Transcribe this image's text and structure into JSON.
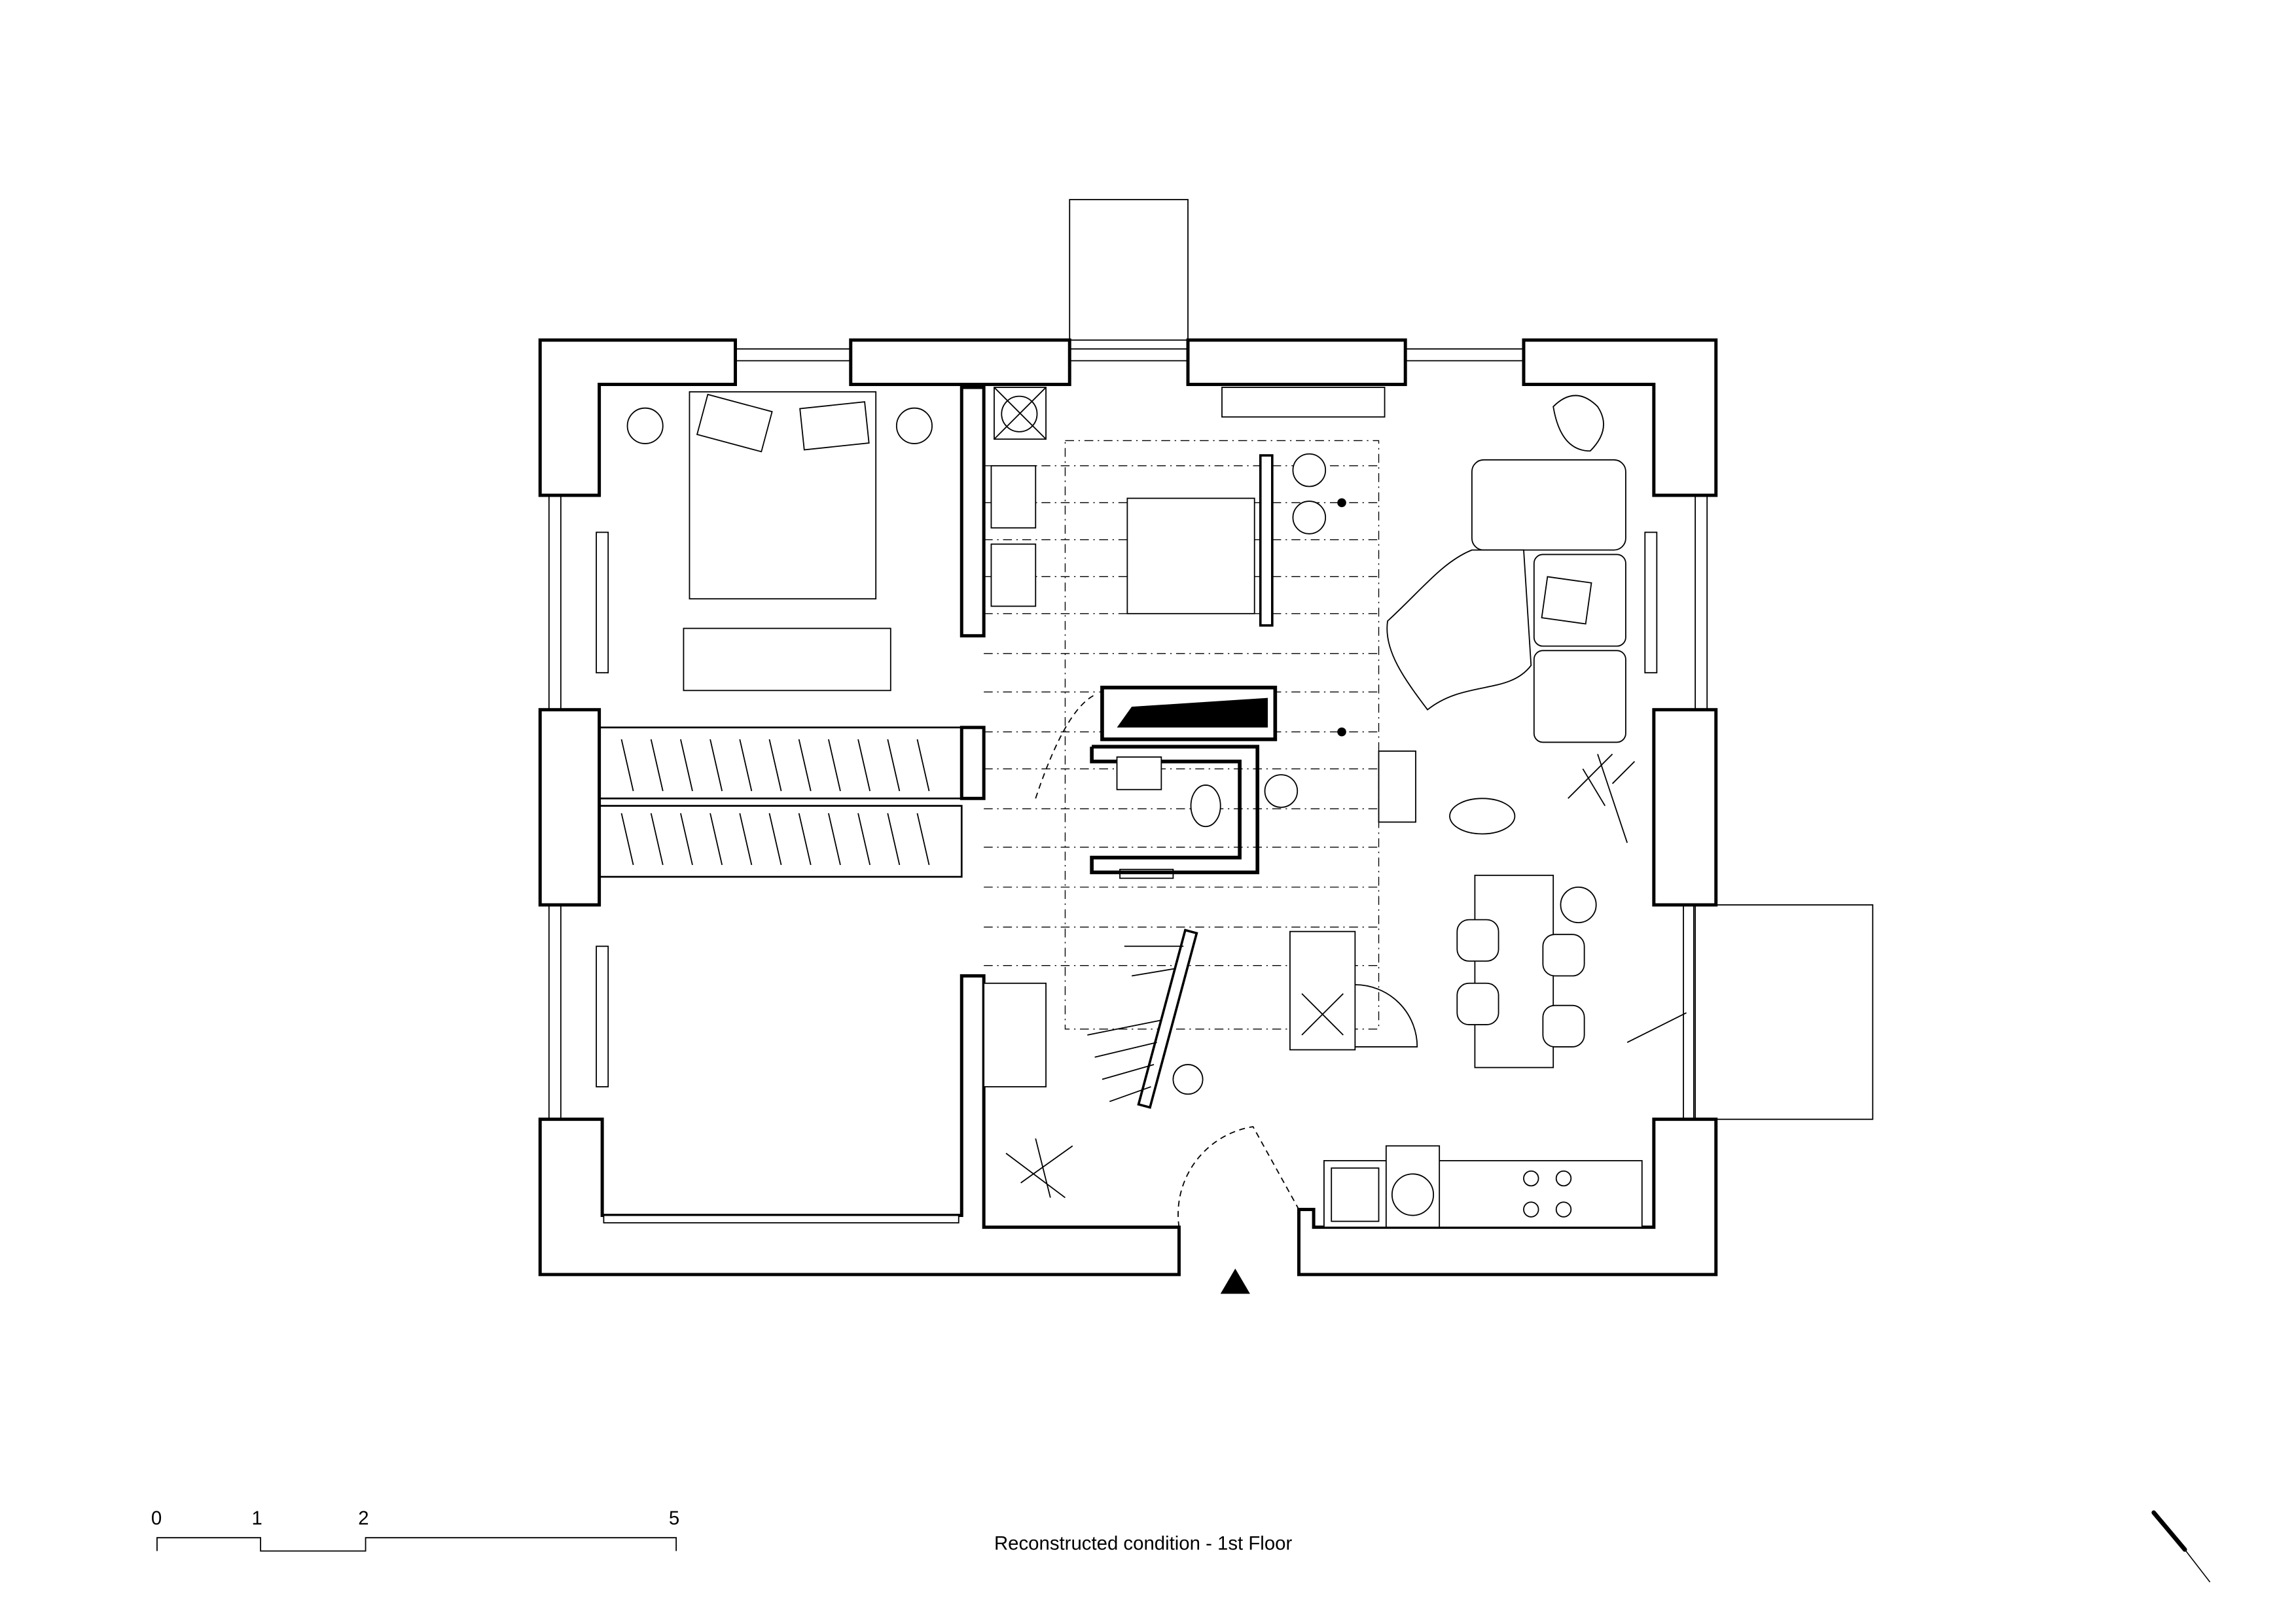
{
  "caption": "Reconstructed condition - 1st Floor",
  "scale_bar": {
    "labels": [
      "0",
      "1",
      "2",
      "5"
    ],
    "unit_values": [
      0,
      1,
      2,
      5
    ]
  },
  "colors": {
    "ink": "#000000",
    "paper": "#ffffff"
  }
}
